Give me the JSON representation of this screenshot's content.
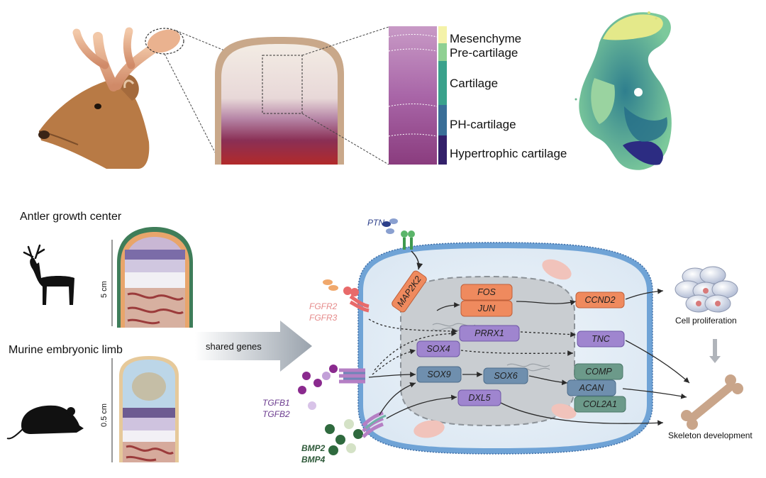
{
  "zones": [
    {
      "label": "Mesenchyme",
      "color": "#f4f2a8"
    },
    {
      "label": "Pre-cartilage",
      "color": "#8fd092"
    },
    {
      "label": "Cartilage",
      "color": "#3aa28c"
    },
    {
      "label": "PH-cartilage",
      "color": "#3a6f98"
    },
    {
      "label": "Hypertrophic cartilage",
      "color": "#33206a"
    }
  ],
  "models": {
    "antler_title": "Antler growth center",
    "antler_scale": "5 cm",
    "murine_title": "Murine embryonic limb",
    "murine_scale": "0.5 cm"
  },
  "arrow_label": "shared genes",
  "ligands": {
    "ptn": "PTN",
    "fgfr2": "FGFR2",
    "fgfr3": "FGFR3",
    "tgfb1": "TGFB1",
    "tgfb2": "TGFB2",
    "bmp2": "BMP2",
    "bmp4": "BMP4"
  },
  "genes": {
    "map2k2": "MAP2K2",
    "fos": "FOS",
    "jun": "JUN",
    "prrx1": "PRRX1",
    "sox4": "SOX4",
    "sox9": "SOX9",
    "sox6": "SOX6",
    "dxl5": "DXL5",
    "ccnd2": "CCND2",
    "tnc": "TNC",
    "comp": "COMP",
    "acan": "ACAN",
    "col2a1": "COL2A1"
  },
  "outcomes": {
    "proliferation": "Cell proliferation",
    "skeleton": "Skeleton development"
  },
  "colors": {
    "orange_gene": "#ef8a5e",
    "purple_gene": "#9f85cf",
    "blue_gene": "#6f8fae",
    "green_gene": "#6c9a8a",
    "membrane": "#5b8fcc",
    "nucleus": "#c9cdd1"
  }
}
